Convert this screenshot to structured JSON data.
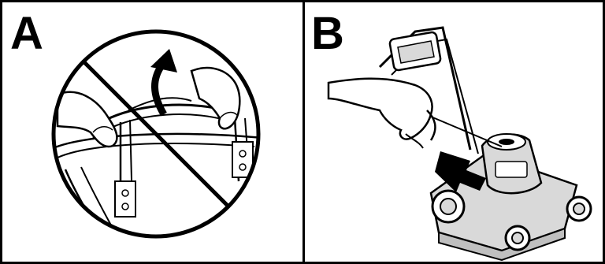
{
  "panels": [
    {
      "id": "A",
      "label": "A"
    },
    {
      "id": "B",
      "label": "B"
    }
  ],
  "colors": {
    "line": "#000000",
    "background": "#ffffff",
    "mower_body": "#d9d9d9",
    "mower_shadow": "#bfbfbf"
  },
  "icons": {
    "panel_a": "prohibited-icon",
    "panel_b": "pull-start-arrow-icon"
  }
}
